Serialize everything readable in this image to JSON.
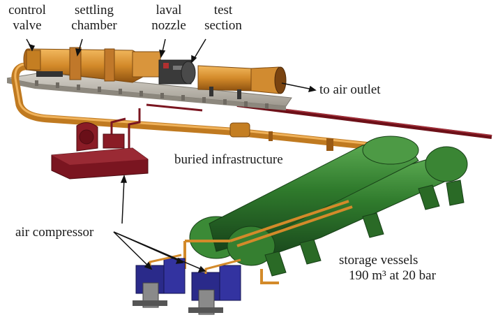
{
  "labels": {
    "control_valve": [
      "control",
      "valve"
    ],
    "settling_chamber": [
      "settling",
      "chamber"
    ],
    "laval_nozzle": [
      "laval",
      "nozzle"
    ],
    "test_section": [
      "test",
      "section"
    ],
    "air_outlet": "to air outlet",
    "buried_infrastructure": "buried infrastructure",
    "air_compressor": "air compressor",
    "storage_vessels": [
      "storage vessels",
      "190 m³ at 20 bar"
    ]
  },
  "colors": {
    "copper": "#d38a2a",
    "copper_dark": "#9a5a14",
    "copper_light": "#f0b25a",
    "platform": "#b9b4ab",
    "maroon": "#7a1520",
    "green": "#2f7a2c",
    "green_dark": "#1c4f1b",
    "green_light": "#58a64f",
    "blue": "#2a2a8a",
    "gray": "#8a8a8a"
  }
}
